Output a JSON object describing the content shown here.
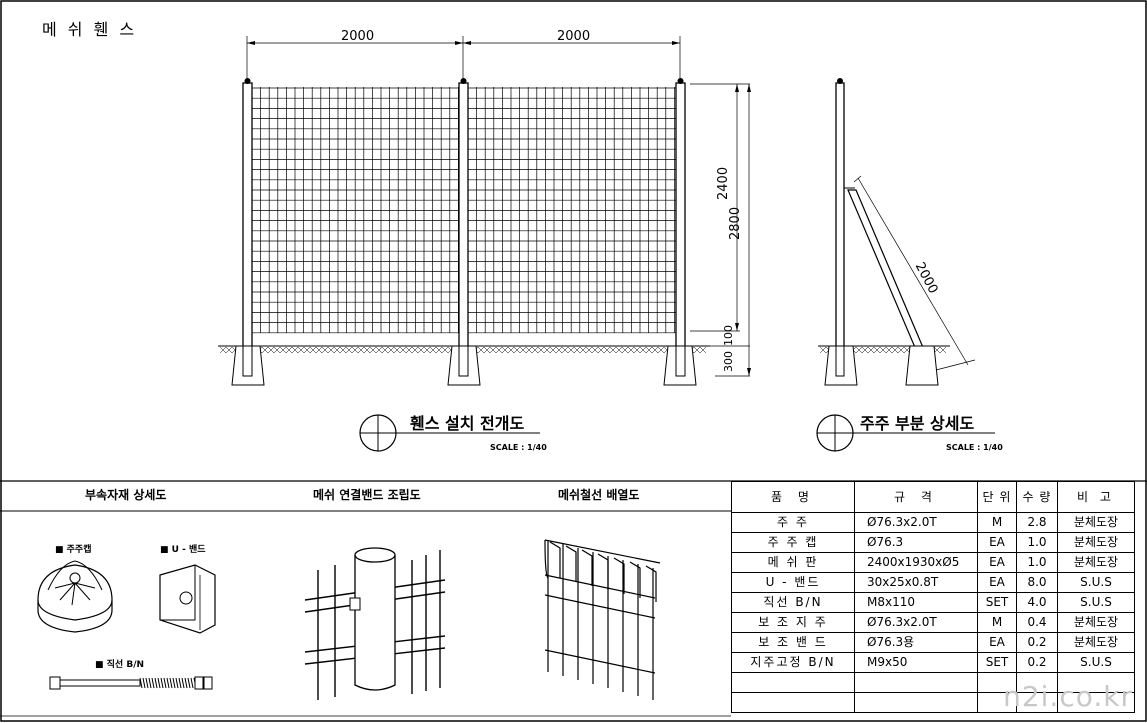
{
  "drawing": {
    "title": "메 쉬 휀 스",
    "dim_width_1": "2000",
    "dim_width_2": "2000",
    "dim_height_2400": "2400",
    "dim_height_2800": "2800",
    "dim_100": "100",
    "dim_300": "300",
    "dim_brace": "2000"
  },
  "views": {
    "front_title": "휀스 설치 전개도",
    "front_scale": "SCALE : 1/40",
    "side_title": "주주 부분 상세도",
    "side_scale": "SCALE : 1/40"
  },
  "bottom": {
    "accessories_title": "부속자재 상세도",
    "band_title": "메쉬 연결밴드 조립도",
    "mesh_title": "메쉬철선 배열도",
    "part_cap": "■ 주주캡",
    "part_uband": "■ U - 밴드",
    "part_bolt": "■ 직선 B/N"
  },
  "spec_table": {
    "headers": [
      "품    명",
      "규    격",
      "단 위",
      "수 량",
      "비   고"
    ],
    "rows": [
      [
        "주    주",
        "Ø76.3x2.0T",
        "M",
        "2.8",
        "분체도장"
      ],
      [
        "주 주 캡",
        "Ø76.3",
        "EA",
        "1.0",
        "분체도장"
      ],
      [
        "메 쉬 판",
        "2400x1930xØ5",
        "EA",
        "1.0",
        "분체도장"
      ],
      [
        "U - 밴드",
        "30x25x0.8T",
        "EA",
        "8.0",
        "S.U.S"
      ],
      [
        "직선 B/N",
        "M8x110",
        "SET",
        "4.0",
        "S.U.S"
      ],
      [
        "보 조 지 주",
        "Ø76.3x2.0T",
        "M",
        "0.4",
        "분체도장"
      ],
      [
        "보 조 밴 드",
        "Ø76.3용",
        "EA",
        "0.2",
        "분체도장"
      ],
      [
        "지주고정 B/N",
        "M9x50",
        "SET",
        "0.2",
        "S.U.S"
      ]
    ]
  },
  "watermark": "n2i.co.kr"
}
